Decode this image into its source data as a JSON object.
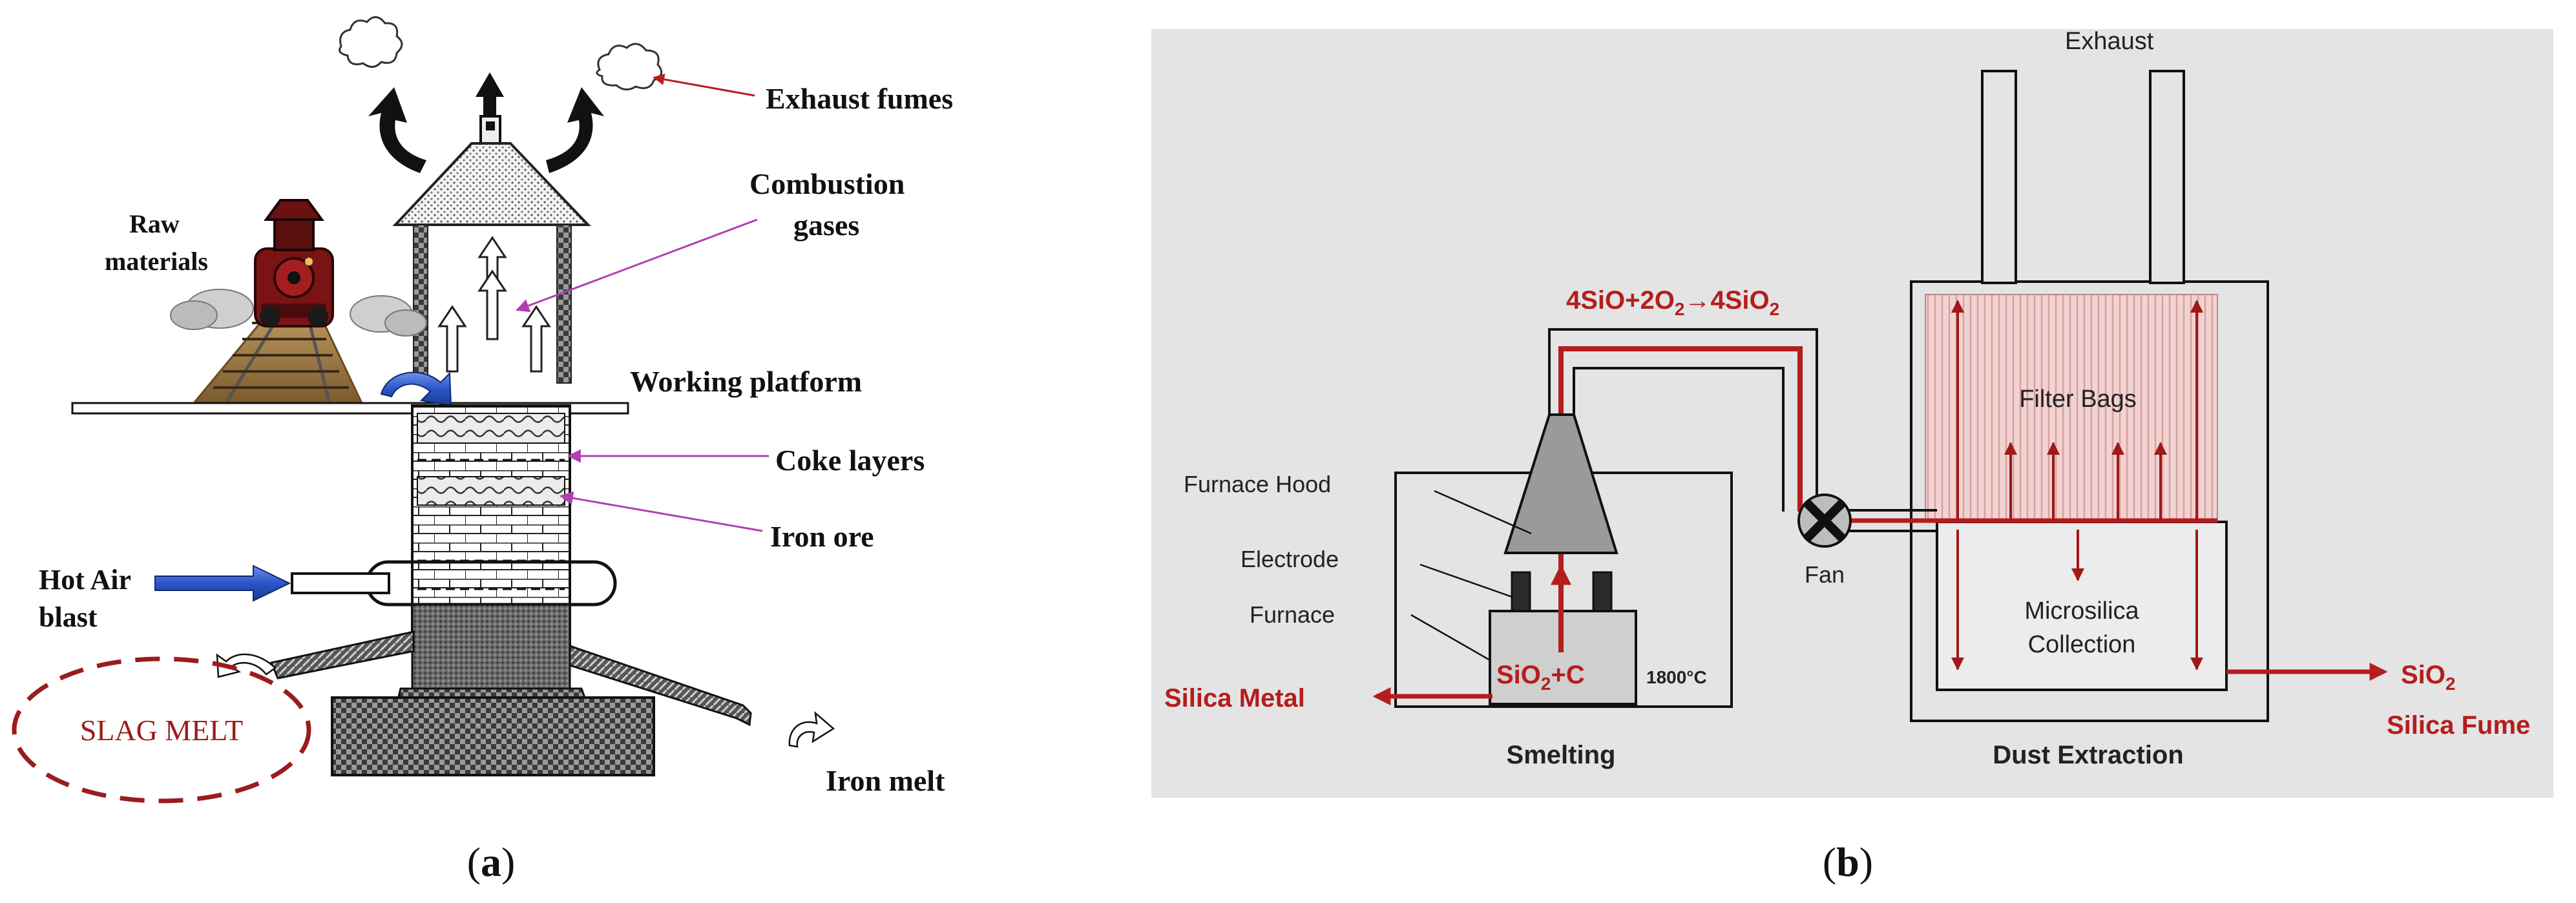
{
  "panel_a": {
    "exhaust_fumes": "Exhaust fumes",
    "combustion_gases_line1": "Combustion",
    "combustion_gases_line2": "gases",
    "raw_materials_line1": "Raw",
    "raw_materials_line2": "materials",
    "working_platform": "Working platform",
    "coke_layers": "Coke layers",
    "iron_ore": "Iron ore",
    "hot_air_line1": "Hot Air",
    "hot_air_line2": "blast",
    "slag_melt": "SLAG MELT",
    "iron_melt": "Iron melt",
    "caption_open": "(",
    "caption_letter": "a",
    "caption_close": ")"
  },
  "panel_b": {
    "exhaust": "Exhaust",
    "reaction_main": "4SiO+2O",
    "reaction_sub1": "2",
    "reaction_arrow": "→4SiO",
    "reaction_sub2": "2",
    "filter_bags": "Filter Bags",
    "furnace_hood": "Furnace Hood",
    "electrode": "Electrode",
    "furnace": "Furnace",
    "fan": "Fan",
    "microsilica_line1": "Microsilica",
    "microsilica_line2": "Collection",
    "sio2c_main": "SiO",
    "sio2c_sub": "2",
    "sio2c_tail": "+C",
    "temperature": "1800°C",
    "silica_metal": "Silica Metal",
    "sio2_main": "SiO",
    "sio2_sub": "2",
    "silica_fume": "Silica Fume",
    "smelting": "Smelting",
    "dust_extraction": "Dust Extraction",
    "caption_open": "(",
    "caption_letter": "b",
    "caption_close": ")"
  },
  "colors": {
    "panel_b_background": "#e4e4e4",
    "accent_red": "#b51d1d",
    "label_magenta": "#b040b0",
    "arrow_blue": "#2b55c8",
    "slag_red": "#9b1c1c",
    "filter_pink": "#f3d2d2",
    "hood_gray": "#9a9a9a"
  }
}
